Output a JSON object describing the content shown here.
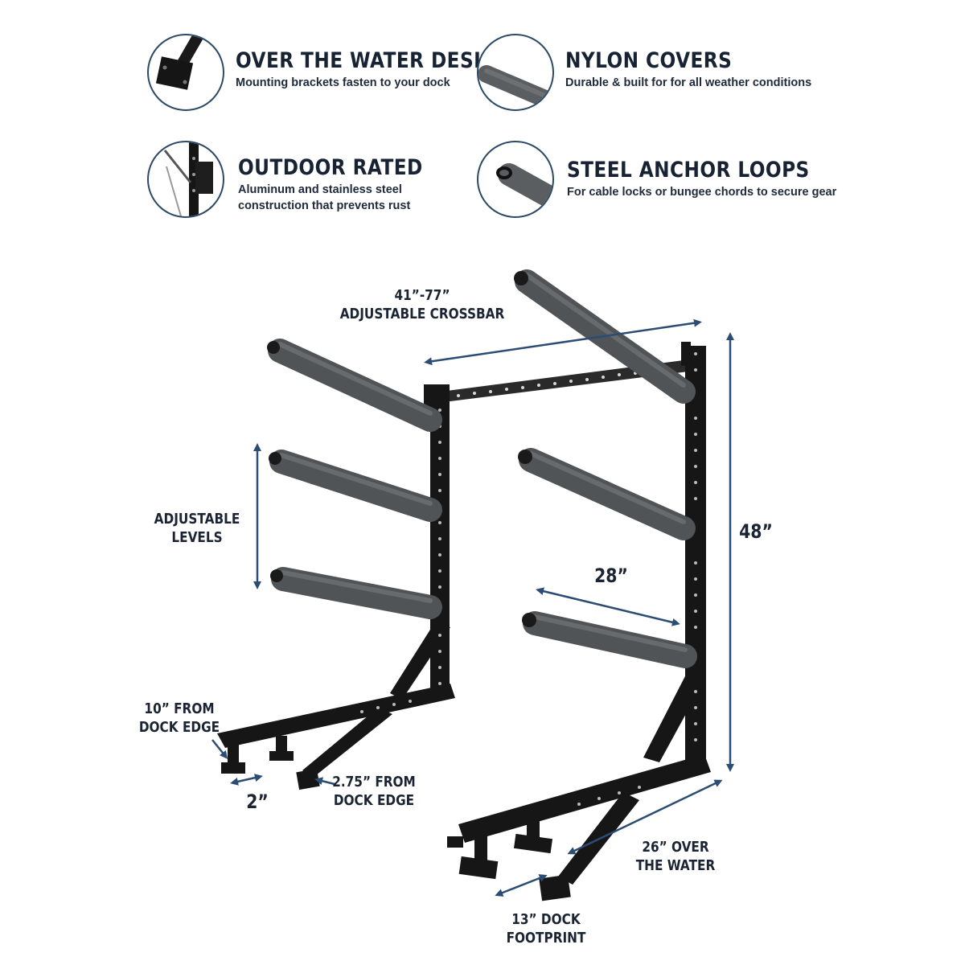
{
  "features": [
    {
      "title": "OVER THE WATER DESIGN",
      "desc": [
        "Mounting brackets fasten to your dock"
      ],
      "icon": "mounting-bracket-icon"
    },
    {
      "title": "NYLON COVERS",
      "desc": [
        "Durable & built for for all weather conditions"
      ],
      "icon": "nylon-cover-icon"
    },
    {
      "title": "OUTDOOR RATED",
      "desc": [
        "Aluminum and stainless steel",
        "construction that prevents rust"
      ],
      "icon": "outdoor-rack-icon"
    },
    {
      "title": "STEEL ANCHOR LOOPS",
      "desc": [
        "For cable locks or bungee chords to secure gear"
      ],
      "icon": "anchor-loop-icon"
    }
  ],
  "dimensions": {
    "crossbar": [
      "41”-77”",
      "ADJUSTABLE CROSSBAR"
    ],
    "levels": [
      "ADJUSTABLE",
      "LEVELS"
    ],
    "height": "48”",
    "arm_length": "28”",
    "dock_edge_10": [
      "10” FROM",
      "DOCK EDGE"
    ],
    "spacing_2": "2”",
    "dock_edge_275": [
      "2.75” FROM",
      "DOCK EDGE"
    ],
    "over_water": [
      "26” OVER",
      "THE WATER"
    ],
    "footprint": [
      "13” DOCK",
      "FOOTPRINT"
    ]
  },
  "colors": {
    "frame": "#161616",
    "pad": "#55595c",
    "arrow": "#2c4d73",
    "circle": "#2c4a66",
    "text": "#172233"
  }
}
